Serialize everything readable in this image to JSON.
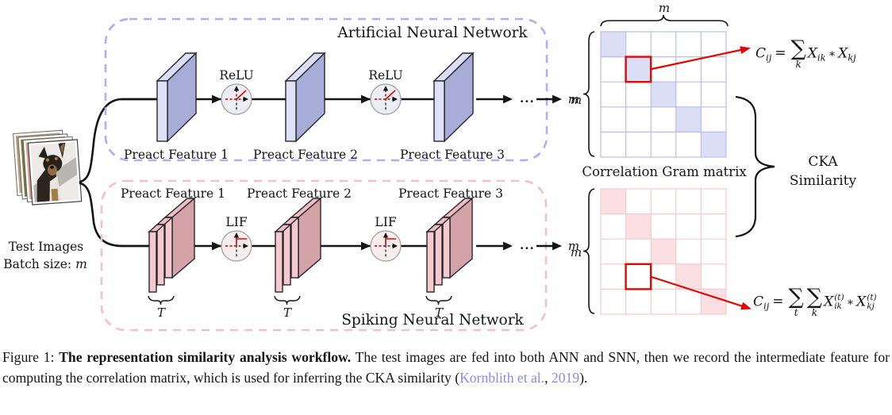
{
  "figure": {
    "input": {
      "label_line1": "Test Images",
      "label_line2": "Batch size: ",
      "batch_symbol": "m"
    },
    "ann": {
      "title": "Artificial Neural Network",
      "activation": "ReLU",
      "features": [
        "Preact Feature 1",
        "Preact Feature 2",
        "Preact Feature 3"
      ],
      "dots": "...",
      "box_color": "#adaff0",
      "slab_face_color": "#a7add7",
      "slab_edge_color": "#dfe1f6"
    },
    "snn": {
      "title": "Spiking Neural Network",
      "activation": "LIF",
      "features": [
        "Preact Feature 1",
        "Preact Feature 2",
        "Preact Feature 3"
      ],
      "time_label": "T",
      "dots": "...",
      "box_color": "#f6bfc2",
      "slab_face_color": "#d4a3a7",
      "slab_edge_color": "#f6c9cd"
    },
    "matrix": {
      "label": "Correlation Gram matrix",
      "dim_symbol": "m",
      "blue_cell_color": "#dcdef6",
      "blue_grid_color": "#b9bcec",
      "pink_cell_color": "#fcdfe3",
      "pink_grid_color": "#f6caca",
      "highlight_color": "#e10600",
      "gram_ann": {
        "rows": 5,
        "cols": 5,
        "filled_cells": "diagonal",
        "highlight_cell": {
          "row": 2,
          "col": 2
        }
      },
      "gram_snn": {
        "rows": 5,
        "cols": 5,
        "filled_cells": "diagonal",
        "highlight_cell": {
          "row": 4,
          "col": 2
        }
      }
    },
    "cka": {
      "line1": "CKA",
      "line2": "Similarity"
    },
    "eq_ann": {
      "lhs": "C",
      "lhs_sub": "ij",
      "rel": "=",
      "sum": "∑",
      "sum_sub": "k",
      "x1": "X",
      "x1_sub": "ik",
      "op": "∗",
      "x2": "X",
      "x2_sub": "kj"
    },
    "eq_snn": {
      "lhs": "C",
      "lhs_sub": "ij",
      "rel": "=",
      "sum1": "∑",
      "sum1_sub": "t",
      "sum2": "∑",
      "sum2_sub": "k",
      "x1": "X",
      "x1_sub": "ik",
      "x1_sup": "(t)",
      "op": "∗",
      "x2": "X",
      "x2_sub": "kj",
      "x2_sup": "(t)"
    }
  },
  "caption": {
    "prefix": "Figure 1: ",
    "bold": "The representation similarity analysis workflow.",
    "body": " The test images are fed into both ANN and SNN, then we record the intermediate feature for computing the correlation matrix, which is used for inferring the CKA similarity (",
    "cite1": "Kornblith et al.",
    "sep": ", ",
    "cite2": "2019",
    "suffix": ").",
    "citation_color": "#8a8aee"
  }
}
